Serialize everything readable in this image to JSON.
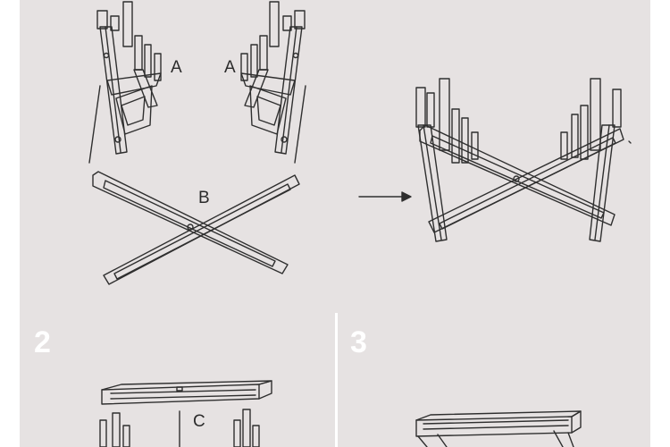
{
  "steps": {
    "step_2": "2",
    "step_3": "3"
  },
  "parts": {
    "a_left": "A",
    "a_right": "A",
    "b": "B",
    "c": "C"
  },
  "colors": {
    "panel_background": "#e6e2e2",
    "line": "#2f2f2f",
    "step_number": "#ffffff"
  },
  "icons": {
    "arrow": "arrow-right-icon"
  }
}
